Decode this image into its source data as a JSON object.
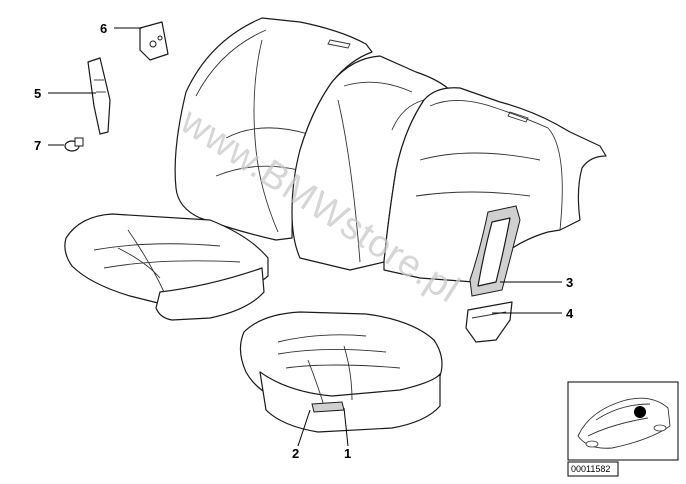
{
  "callouts": [
    {
      "id": "1",
      "label": "1"
    },
    {
      "id": "2",
      "label": "2"
    },
    {
      "id": "3",
      "label": "3"
    },
    {
      "id": "4",
      "label": "4"
    },
    {
      "id": "5",
      "label": "5"
    },
    {
      "id": "6",
      "label": "6"
    },
    {
      "id": "7",
      "label": "7"
    }
  ],
  "watermark": "www.BMWstore.pl",
  "reference_code": "00011582"
}
